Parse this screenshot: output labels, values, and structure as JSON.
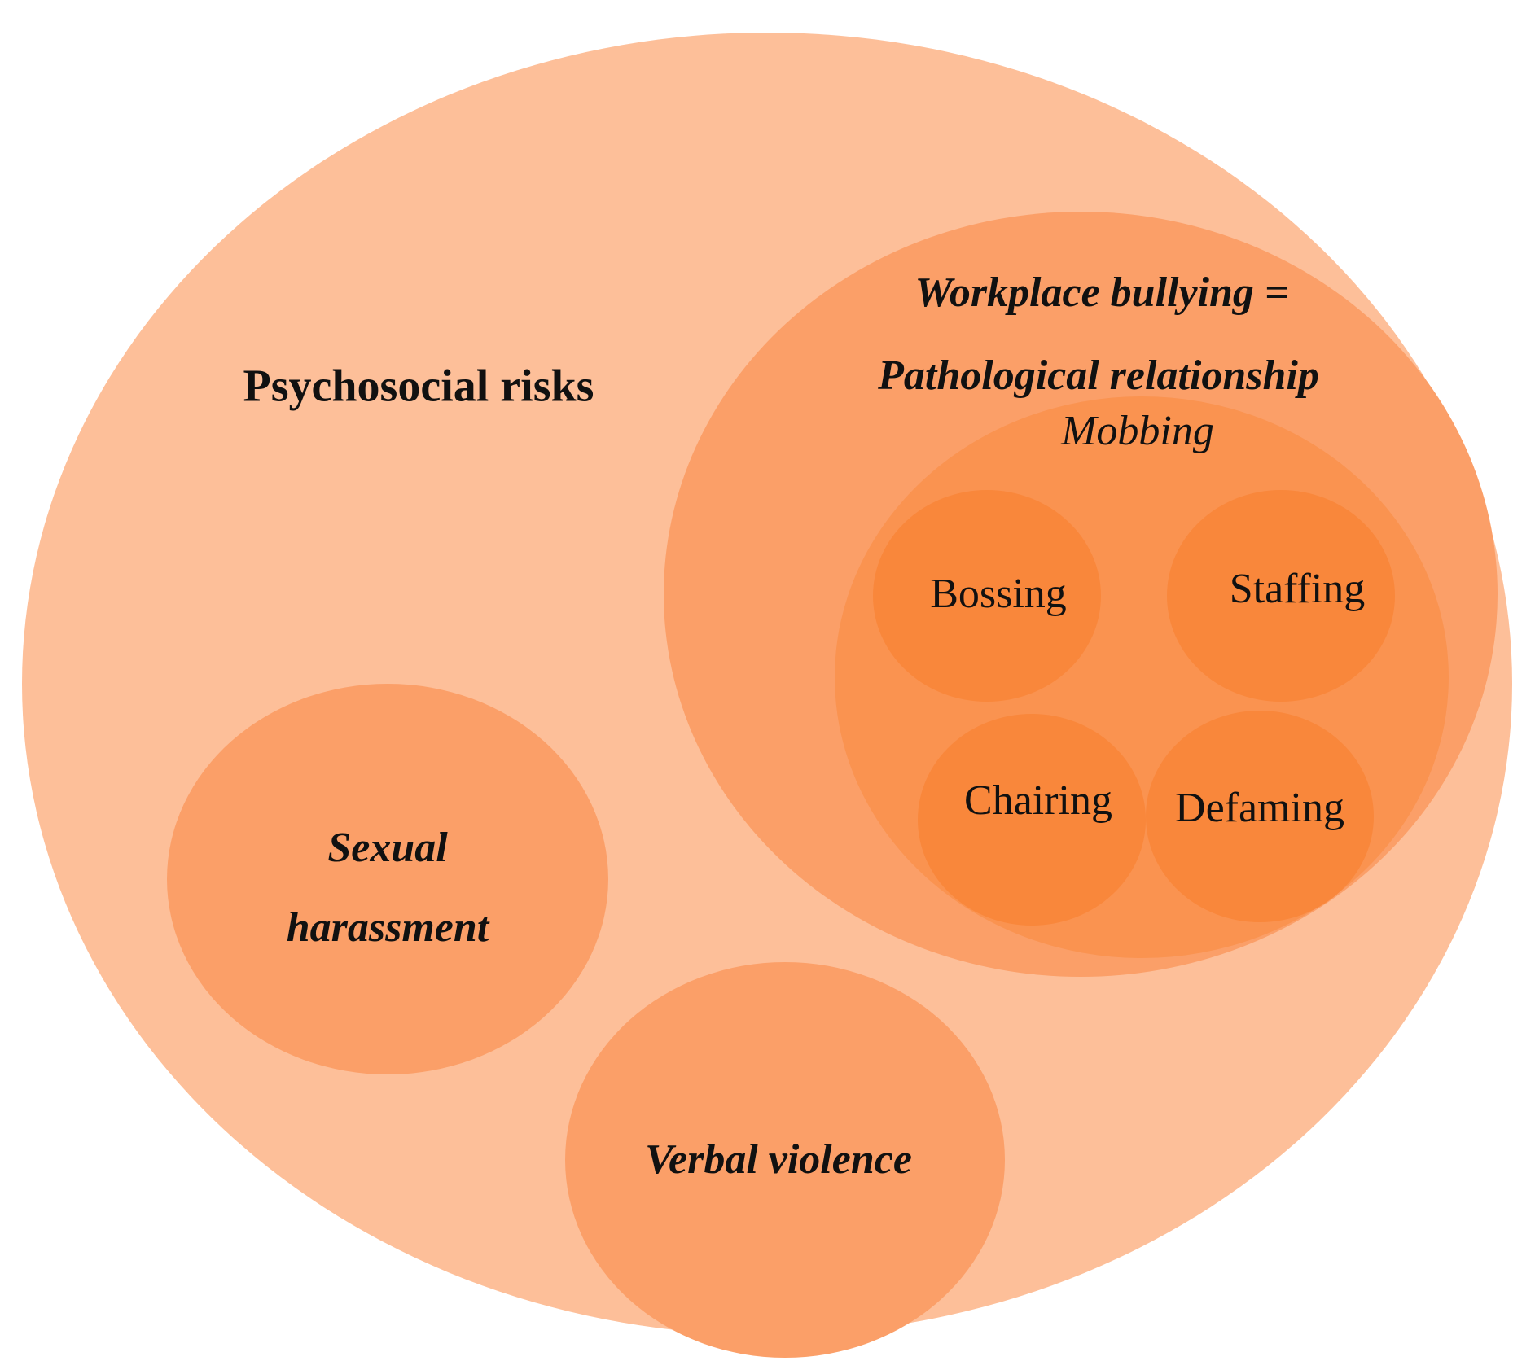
{
  "colors": {
    "background": "#ffffff",
    "outer": "#fdbf99",
    "mid": "#fb9f68",
    "inner": "#fa9350",
    "core": "#f9873b",
    "text": "#111111"
  },
  "labels": {
    "psychosocial": "Psychosocial risks",
    "bullying_line1": "Workplace bullying =",
    "bullying_line2": "Pathological relationship",
    "mobbing": "Mobbing",
    "bossing": "Bossing",
    "staffing": "Staffing",
    "chairing": "Chairing",
    "defaming": "Defaming",
    "sexual_line1": "Sexual",
    "sexual_line2": "harassment",
    "verbal": "Verbal violence"
  }
}
